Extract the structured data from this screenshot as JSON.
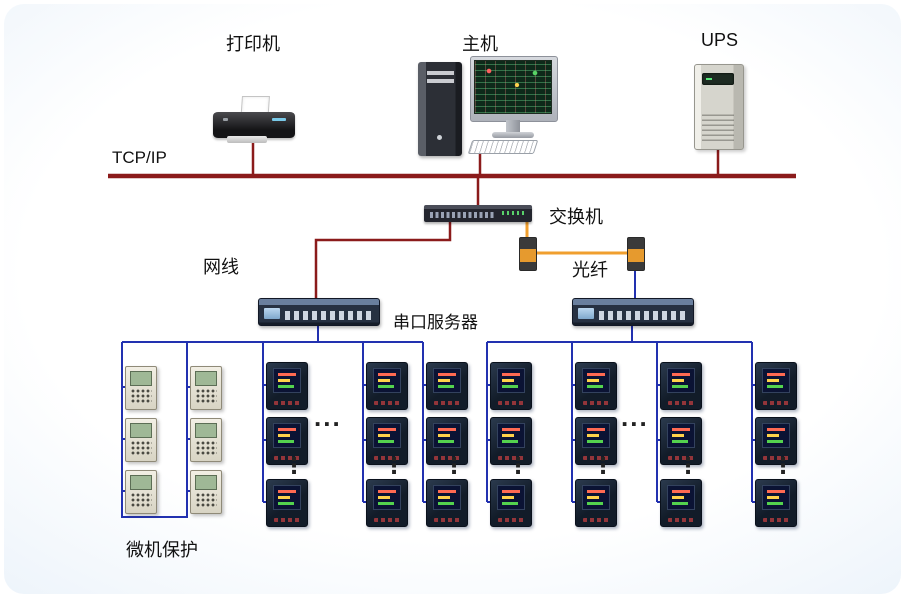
{
  "labels": {
    "printer": "打印机",
    "host": "主机",
    "ups": "UPS",
    "tcp_ip": "TCP/IP",
    "switch": "交换机",
    "network_cable": "网线",
    "optical_fiber": "光纤",
    "serial_server": "串口服务器",
    "microcomputer_protection": "微机保护",
    "ellipsis_horizontal": "...",
    "ellipsis_vertical": "⋮"
  },
  "colors": {
    "tcp_ip_bus": "#8b1b1b",
    "fiber_link": "#f09f2e",
    "serial_wire": "#2231b0",
    "panel_background_edge": "#d3e3f2"
  }
}
